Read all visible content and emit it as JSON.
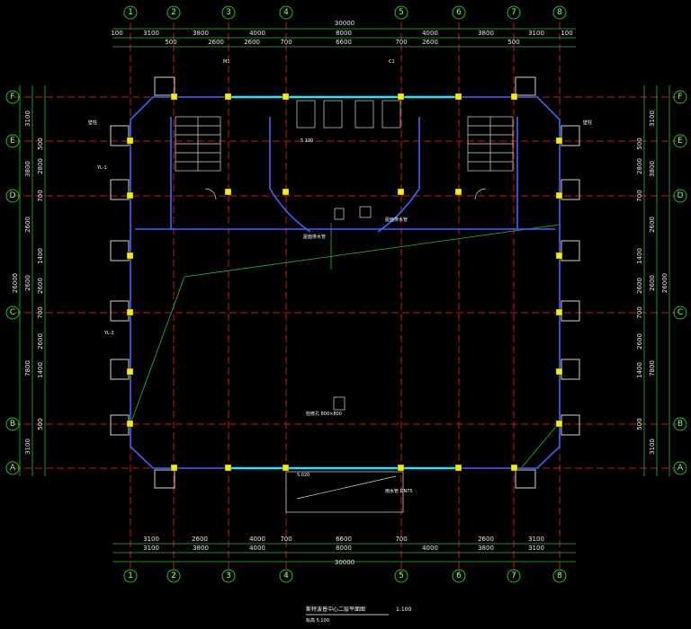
{
  "drawing": {
    "title": "斯特波普中心二层平面图",
    "scale": "1:100",
    "subtitle": "标高 5.100"
  },
  "axes": {
    "columns": [
      "1",
      "2",
      "3",
      "4",
      "5",
      "6",
      "7",
      "8"
    ],
    "rows": [
      "F",
      "E",
      "D",
      "C",
      "B",
      "A"
    ]
  },
  "dimensions": {
    "overall_width": "30000",
    "overall_depth": "26000",
    "top_row1": [
      "100",
      "3100",
      "3800",
      "4000",
      "8000",
      "4000",
      "3800",
      "3100",
      "100"
    ],
    "top_row2": [
      "500",
      "2600",
      "700",
      "2600",
      "6600",
      "700",
      "2600",
      "500"
    ],
    "bottom_row1": [
      "3100",
      "2600",
      "700",
      "4000",
      "6600",
      "700",
      "2600",
      "3100"
    ],
    "bottom_row2": [
      "3100",
      "3800",
      "4000",
      "8000",
      "4000",
      "3800",
      "3100"
    ],
    "left_row1": [
      "3100",
      "3800",
      "2600",
      "2600",
      "7800",
      "3100"
    ],
    "left_row2": [
      "500",
      "2800",
      "700",
      "1400",
      "2600",
      "700",
      "2600",
      "1400",
      "500"
    ],
    "right_row1": [
      "3100",
      "3800",
      "2600",
      "2600",
      "7800",
      "3100"
    ],
    "right_row2": [
      "500",
      "2800",
      "700",
      "1400",
      "2600",
      "700",
      "2600",
      "1400",
      "500"
    ]
  },
  "labels": {
    "room_center": "5.100",
    "note_left": "屋面排水管",
    "note_right": "屋面排水管",
    "stair_tag": "YL-1",
    "stair_tag2": "YL-2",
    "door_tag": "M1",
    "window_tag": "C1",
    "level_tag": "5.020",
    "pier_label": "壁柱",
    "bottom_note": "雨水管 DN75",
    "mid_note": "检修孔 800×800"
  },
  "colors": {
    "grid": "#c81818",
    "axis": "#20c020",
    "wall": "#3e63ff",
    "column": "#f5f000",
    "glass": "#30e0ff"
  }
}
